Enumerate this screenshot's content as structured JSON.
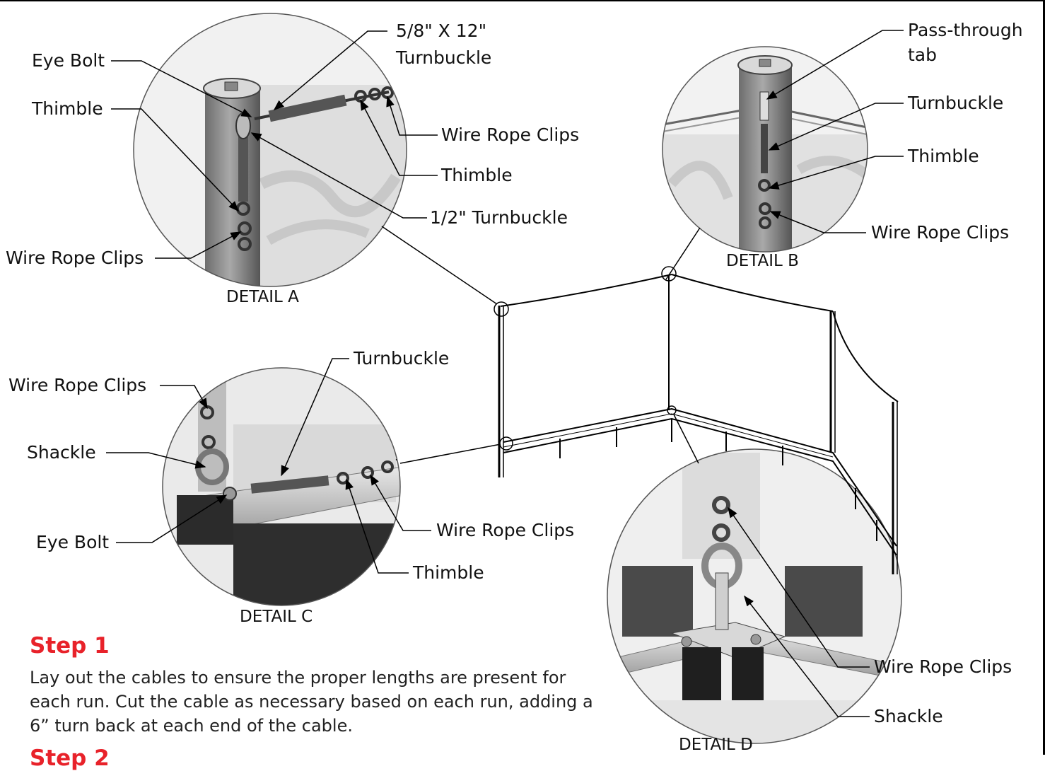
{
  "labels": {
    "eye_bolt_a": "Eye Bolt",
    "turnbuckle_5_8_line1": "5/8\" X 12\"",
    "turnbuckle_5_8_line2": "Turnbuckle",
    "thimble_a_left": "Thimble",
    "wire_rope_clips_a_right": "Wire Rope Clips",
    "thimble_a_right": "Thimble",
    "turnbuckle_half": "1/2\" Turnbuckle",
    "wire_rope_clips_a_left": "Wire Rope Clips",
    "pass_through_line1": "Pass-through",
    "pass_through_line2": "tab",
    "turnbuckle_b": "Turnbuckle",
    "thimble_b": "Thimble",
    "wire_rope_clips_b": "Wire Rope Clips",
    "turnbuckle_c": "Turnbuckle",
    "wire_rope_clips_c_top": "Wire Rope Clips",
    "shackle_c": "Shackle",
    "eye_bolt_c": "Eye Bolt",
    "wire_rope_clips_c_right": "Wire Rope Clips",
    "thimble_c": "Thimble",
    "wire_rope_clips_d": "Wire Rope Clips",
    "shackle_d": "Shackle"
  },
  "details": {
    "a": "DETAIL A",
    "b": "DETAIL B",
    "c": "DETAIL C",
    "d": "DETAIL D"
  },
  "steps": [
    {
      "title": "Step 1",
      "text": "Lay out the cables to ensure the proper lengths are present for each run. Cut the cable as necessary based on each run, adding a 6” turn back at each end of the cable."
    },
    {
      "title": "Step 2"
    }
  ],
  "colors": {
    "step_title": "#e8222a",
    "line": "#000000"
  }
}
